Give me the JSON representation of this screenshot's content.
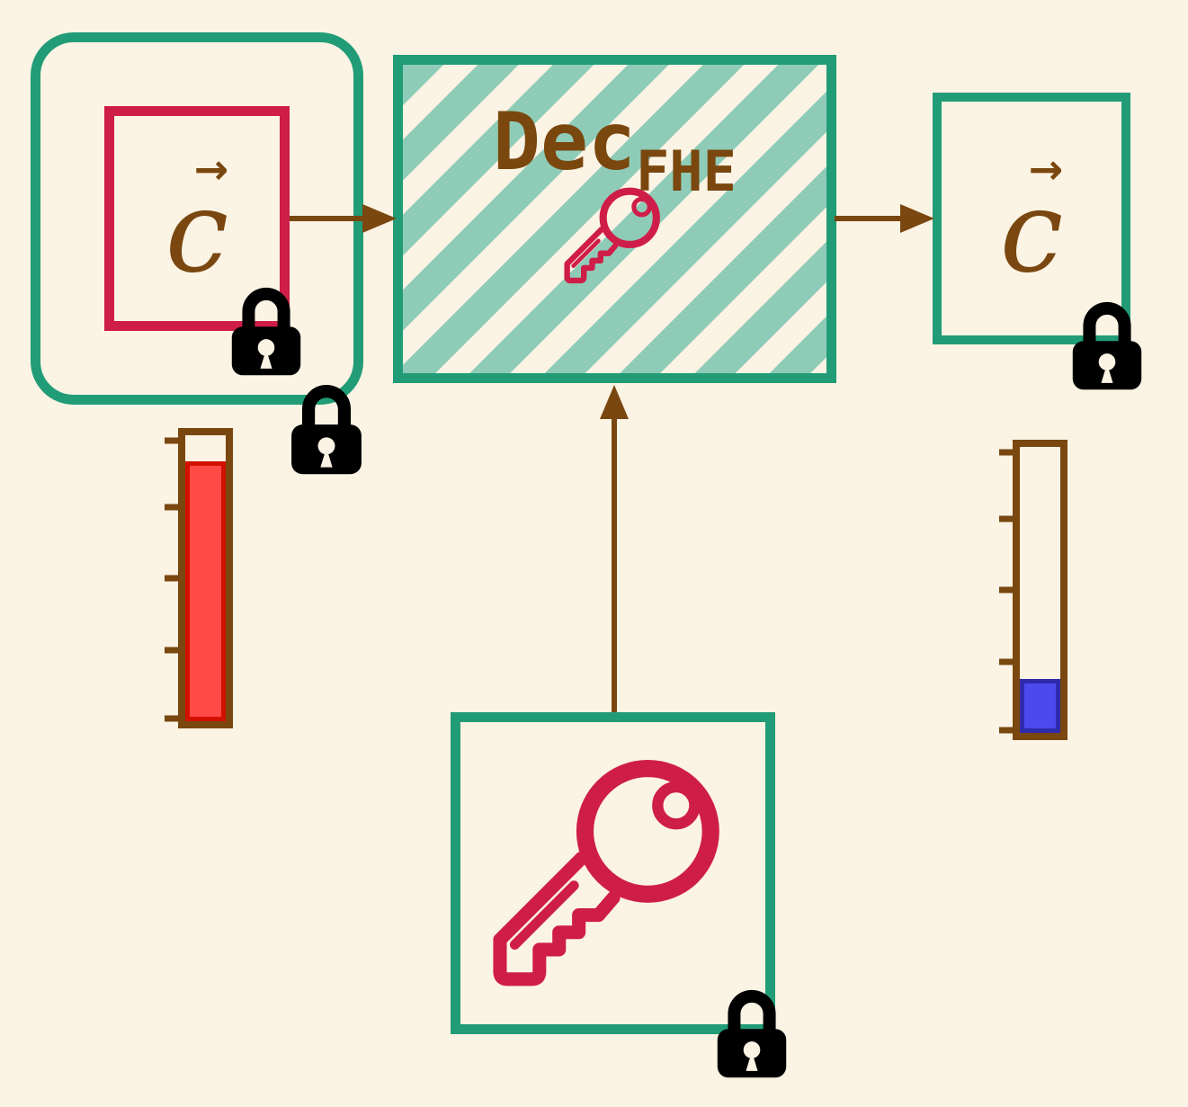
{
  "colors": {
    "background": "#fbf3e4",
    "box_green": "#219c77",
    "stripe_teal": "#8fccb8",
    "brown": "#79470f",
    "crimson": "#cf1d49",
    "lock_black": "#000000"
  },
  "input_group": {
    "ciphertext_label": "c",
    "vector_arrow": "→"
  },
  "decrypt_box": {
    "name": "Dec",
    "subscript": "FHE"
  },
  "output_box": {
    "ciphertext_label": "c",
    "vector_arrow": "→"
  },
  "gauges": {
    "left": {
      "fill_height": "91%",
      "fill_color": "#ff4a46",
      "fill_border": "#d21100",
      "tick_count": 5
    },
    "right": {
      "fill_height": "19%",
      "fill_color": "#4c49ee",
      "fill_border": "#2e2cab",
      "tick_count": 5
    }
  },
  "icons": {
    "decrypt_key": "key-icon",
    "secret_key": "key-icon",
    "lock": "padlock-icon"
  }
}
